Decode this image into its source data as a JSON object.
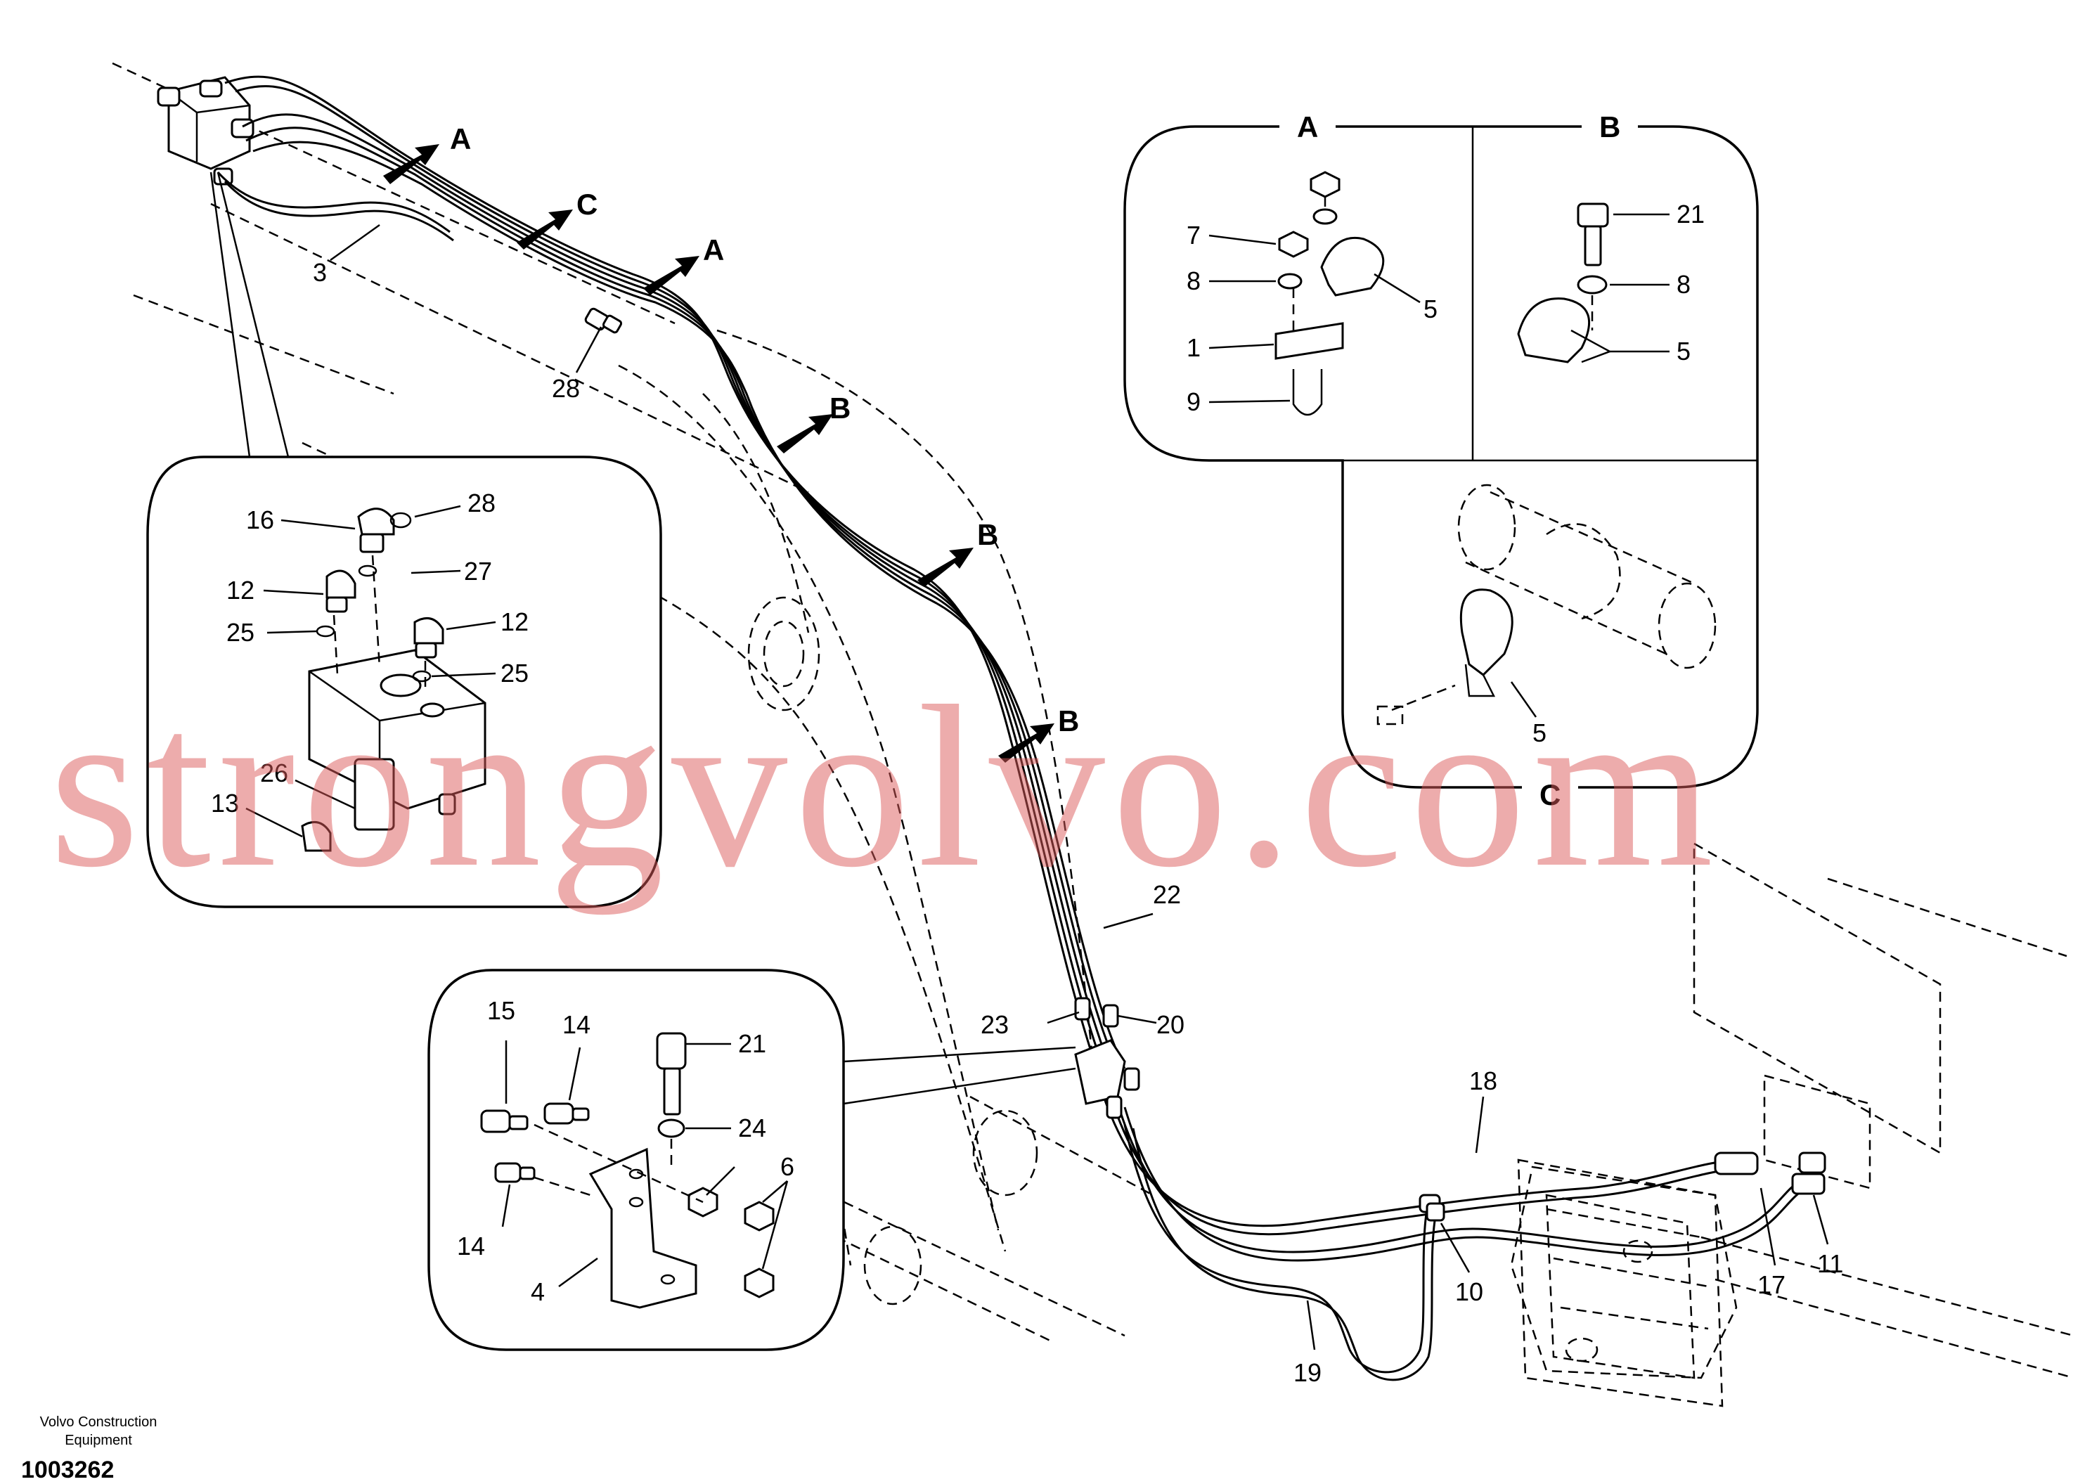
{
  "sections": {
    "a": "A",
    "b": "B",
    "c": "C"
  },
  "arrows": [
    "A",
    "C",
    "A",
    "B",
    "B",
    "B"
  ],
  "labels": {
    "p1": "1",
    "p3": "3",
    "p4": "4",
    "p5a": "5",
    "p5b": "5",
    "p5c": "5",
    "p6": "6",
    "p7": "7",
    "p8a": "8",
    "p8b": "8",
    "p9": "9",
    "p10": "10",
    "p11": "11",
    "p12a": "12",
    "p12b": "12",
    "p13": "13",
    "p14a": "14",
    "p14b": "14",
    "p15": "15",
    "p16": "16",
    "p17": "17",
    "p18": "18",
    "p19": "19",
    "p20": "20",
    "p21a": "21",
    "p21b": "21",
    "p22": "22",
    "p23": "23",
    "p24": "24",
    "p25a": "25",
    "p25b": "25",
    "p26": "26",
    "p27": "27",
    "p28a": "28",
    "p28b": "28"
  },
  "watermark": "strongvolvo.com",
  "footer": {
    "company_line1": "Volvo Construction",
    "company_line2": "Equipment",
    "drawing_number": "1003262"
  }
}
